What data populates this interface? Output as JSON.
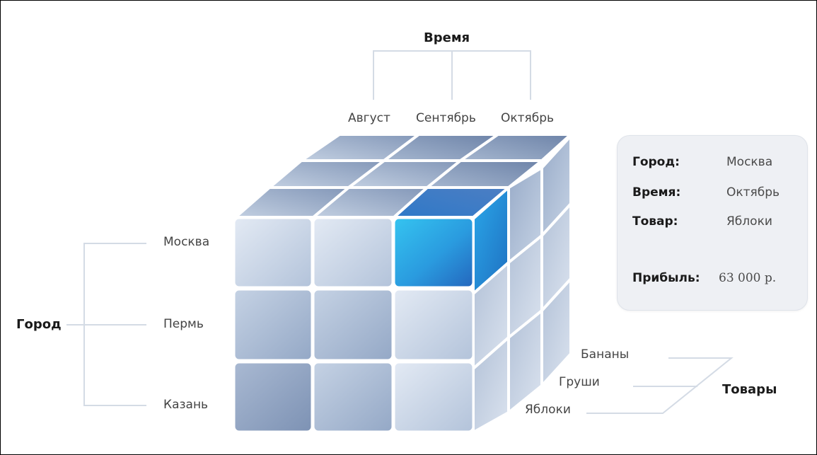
{
  "time": {
    "title": "Время",
    "months": [
      "Август",
      "Сентябрь",
      "Октябрь"
    ]
  },
  "city": {
    "title": "Город",
    "names": [
      "Москва",
      "Пермь",
      "Казань"
    ]
  },
  "goods": {
    "title": "Товары",
    "names": [
      "Бананы",
      "Груши",
      "Яблоки"
    ]
  },
  "info": {
    "city_key": "Город:",
    "city_value": "Москва",
    "time_key": "Время:",
    "time_value": "Октябрь",
    "goods_key": "Товар:",
    "goods_value": "Яблоки",
    "profit_key": "Прибыль:",
    "profit_value": "63 000 р."
  },
  "colors": {
    "highlight": "#2f9fe0",
    "cube_light": "#dde6f2",
    "cube_dark": "#8b9fbd",
    "bracket": "#d4dbe5"
  },
  "selected": {
    "city": "Москва",
    "time": "Октябрь",
    "goods": "Яблоки"
  }
}
